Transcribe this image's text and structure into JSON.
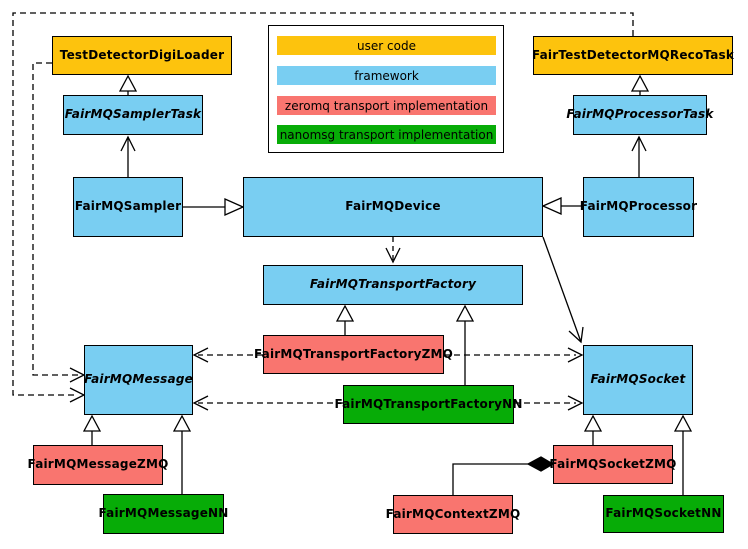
{
  "colors": {
    "user_code": "#FDC30D",
    "framework": "#79CEF2",
    "zeromq": "#F9756F",
    "nanomsg": "#07AC07",
    "line": "#000000"
  },
  "legend": {
    "items": [
      {
        "label": "user code",
        "key": "user_code"
      },
      {
        "label": "framework",
        "key": "framework"
      },
      {
        "label": "zeromq transport implementation",
        "key": "zeromq"
      },
      {
        "label": "nanomsg transport implementation",
        "key": "nanomsg"
      }
    ]
  },
  "nodes": {
    "testDetectorDigiLoader": {
      "label": "TestDetectorDigiLoader",
      "category": "user_code"
    },
    "fairTestDetectorMQRecoTask": {
      "label": "FairTestDetectorMQRecoTask",
      "category": "user_code"
    },
    "fairMQSamplerTask": {
      "label": "FairMQSamplerTask",
      "category": "framework",
      "abstract": true
    },
    "fairMQProcessorTask": {
      "label": "FairMQProcessorTask",
      "category": "framework",
      "abstract": true
    },
    "fairMQSampler": {
      "label": "FairMQSampler",
      "category": "framework"
    },
    "fairMQDevice": {
      "label": "FairMQDevice",
      "category": "framework"
    },
    "fairMQProcessor": {
      "label": "FairMQProcessor",
      "category": "framework"
    },
    "fairMQTransportFactory": {
      "label": "FairMQTransportFactory",
      "category": "framework",
      "abstract": true
    },
    "fairMQTransportFactoryZMQ": {
      "label": "FairMQTransportFactoryZMQ",
      "category": "zeromq"
    },
    "fairMQTransportFactoryNN": {
      "label": "FairMQTransportFactoryNN",
      "category": "nanomsg"
    },
    "fairMQMessage": {
      "label": "FairMQMessage",
      "category": "framework",
      "abstract": true
    },
    "fairMQSocket": {
      "label": "FairMQSocket",
      "category": "framework",
      "abstract": true
    },
    "fairMQMessageZMQ": {
      "label": "FairMQMessageZMQ",
      "category": "zeromq"
    },
    "fairMQMessageNN": {
      "label": "FairMQMessageNN",
      "category": "nanomsg"
    },
    "fairMQContextZMQ": {
      "label": "FairMQContextZMQ",
      "category": "zeromq"
    },
    "fairMQSocketZMQ": {
      "label": "FairMQSocketZMQ",
      "category": "zeromq"
    },
    "fairMQSocketNN": {
      "label": "FairMQSocketNN",
      "category": "nanomsg"
    }
  }
}
